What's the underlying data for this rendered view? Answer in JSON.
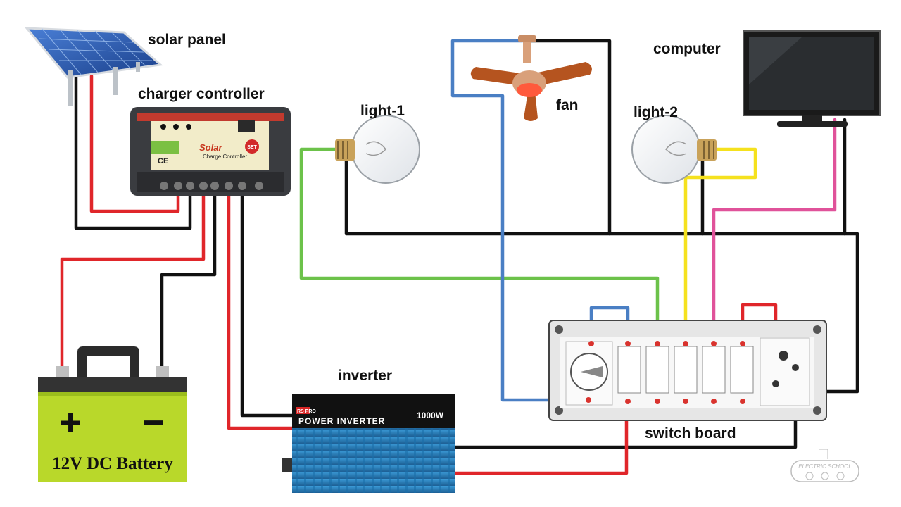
{
  "labels": {
    "solar_panel": "solar panel",
    "charger_controller": "charger controller",
    "light_1": "light-1",
    "fan": "fan",
    "light_2": "light-2",
    "computer": "computer",
    "inverter": "inverter",
    "switch_board": "switch board",
    "battery": "12V DC Battery"
  },
  "controller": {
    "brand": "Solar",
    "subtitle": "Charge Controller",
    "set_button": "SET",
    "ce_mark": "CE"
  },
  "inverter_device": {
    "brand_badge": "RS PRO",
    "title": "POWER INVERTER",
    "power": "1000W"
  },
  "battery_symbols": {
    "plus": "+",
    "minus": "−"
  },
  "watermark": "ELECTRIC SCHOOL",
  "colors": {
    "wire_red": "#e0262a",
    "wire_black": "#111111",
    "wire_blue": "#4a7fc4",
    "wire_green": "#6cc24a",
    "wire_yellow": "#f5e11e",
    "wire_pink": "#e0529a",
    "battery_body": "#b9d82a",
    "inverter_body": "#2d86c4"
  }
}
